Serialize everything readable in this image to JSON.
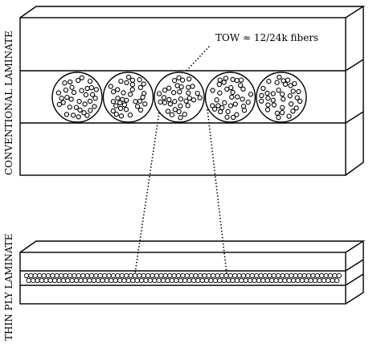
{
  "labels": {
    "conventional": "CONVENTIONAL LAMINATE",
    "thin_ply": "THIN PLY LAMINATE",
    "tow_callout": "TOW ≈ 12/24k fibers"
  },
  "colors": {
    "stroke": "#000000",
    "background": "#ffffff"
  },
  "diagram": {
    "conventional_tow_count": 5,
    "thin_ply_fiber_rows": 2
  }
}
